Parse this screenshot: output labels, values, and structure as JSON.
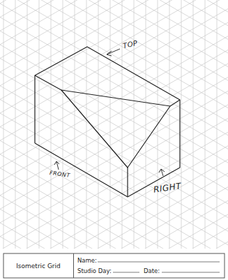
{
  "diagram": {
    "nodes": [
      {
        "text": [
          "Isometric Grid"
        ]
      },
      {
        "text": [
          "Name:",
          "Studio Day:",
          "Date:"
        ]
      }
    ],
    "labels": [
      "TOP",
      "FRONT",
      "RIGHT"
    ]
  }
}
